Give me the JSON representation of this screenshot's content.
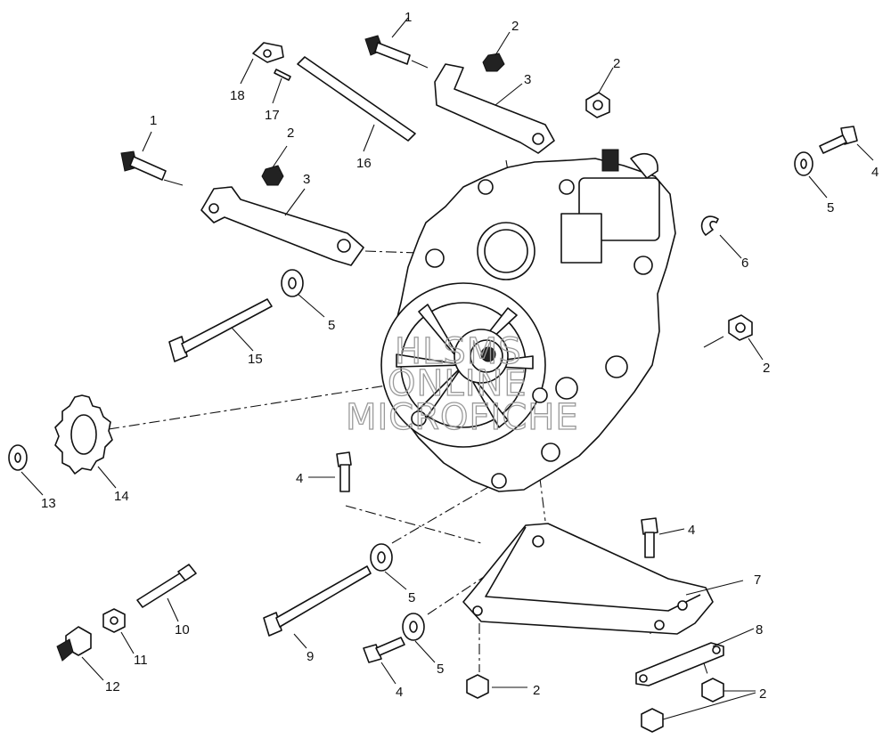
{
  "watermark": {
    "line1": "HLSMS",
    "line2": "ONLINE",
    "line3": "MICROFICHE"
  },
  "callouts": [
    {
      "id": "c1a",
      "text": "1"
    },
    {
      "id": "c2a",
      "text": "2"
    },
    {
      "id": "c2b",
      "text": "2"
    },
    {
      "id": "c3a",
      "text": "3"
    },
    {
      "id": "c18",
      "text": "18"
    },
    {
      "id": "c17",
      "text": "17"
    },
    {
      "id": "c16",
      "text": "16"
    },
    {
      "id": "c1b",
      "text": "1"
    },
    {
      "id": "c2c",
      "text": "2"
    },
    {
      "id": "c3b",
      "text": "3"
    },
    {
      "id": "c4a",
      "text": "4"
    },
    {
      "id": "c5a",
      "text": "5"
    },
    {
      "id": "c6",
      "text": "6"
    },
    {
      "id": "c5b",
      "text": "5"
    },
    {
      "id": "c15",
      "text": "15"
    },
    {
      "id": "c2d",
      "text": "2"
    },
    {
      "id": "c13",
      "text": "13"
    },
    {
      "id": "c14",
      "text": "14"
    },
    {
      "id": "c4b",
      "text": "4"
    },
    {
      "id": "c4c",
      "text": "4"
    },
    {
      "id": "c7",
      "text": "7"
    },
    {
      "id": "c5c",
      "text": "5"
    },
    {
      "id": "c10",
      "text": "10"
    },
    {
      "id": "c9",
      "text": "9"
    },
    {
      "id": "c8",
      "text": "8"
    },
    {
      "id": "c11",
      "text": "11"
    },
    {
      "id": "c5d",
      "text": "5"
    },
    {
      "id": "c12",
      "text": "12"
    },
    {
      "id": "c4d",
      "text": "4"
    },
    {
      "id": "c2e",
      "text": "2"
    },
    {
      "id": "c2f",
      "text": "2"
    }
  ]
}
